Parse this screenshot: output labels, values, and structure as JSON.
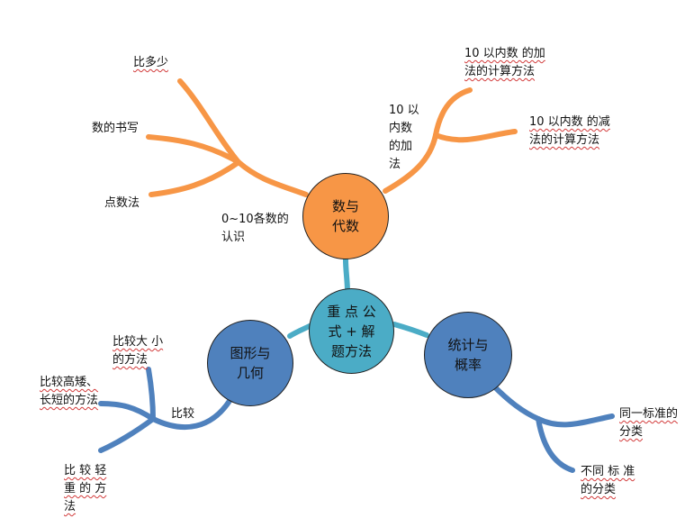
{
  "colors": {
    "orange": "#f79646",
    "steel_blue": "#4f81bd",
    "teal": "#4bacc6"
  },
  "center": {
    "label": "重 点 公\n式 + 解\n题方法"
  },
  "branches": {
    "algebra": {
      "label": "数与\n代数",
      "items": {
        "compare_more_less": "比多少",
        "writing_numbers": "数的书写",
        "counting": "点数法",
        "recognize_0_10": "0~10各数的\n认识",
        "addition_within_10": "10 以\n内数\n的加\n法",
        "addition_method": "10  以内数 的加\n法的计算方法",
        "subtraction_method": "10  以内数 的减\n法的计算方法"
      }
    },
    "geometry": {
      "label": "图形与\n几何",
      "items": {
        "compare": "比较",
        "compare_size": "比较大 小\n的方法",
        "compare_height_length": "比较高矮、\n长短的方法",
        "compare_weight": "比 较 轻\n重 的 方\n法"
      }
    },
    "statistics": {
      "label": "统计与\n概率",
      "items": {
        "same_standard": "同一标准的\n分类",
        "different_standard": "不同 标 准\n的分类"
      }
    }
  }
}
